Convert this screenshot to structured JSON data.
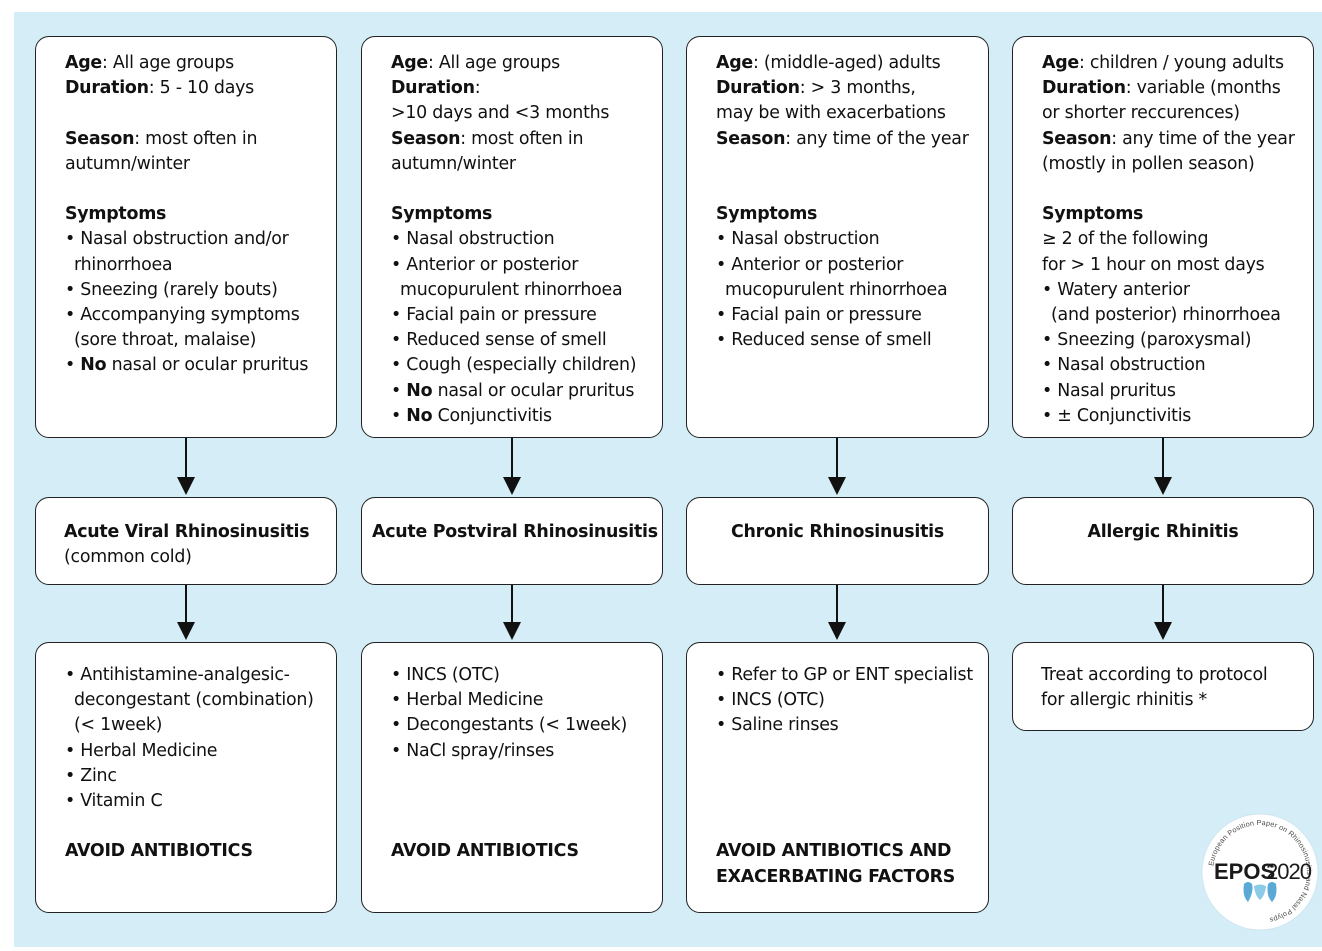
{
  "columns": [
    {
      "top": {
        "age_label": "Age",
        "age_value": ": All age groups",
        "duration_label": "Duration",
        "duration_value": ": 5 - 10 days",
        "season_label": "Season",
        "season_value": ": most often in",
        "season_cont": "autumn/winter",
        "symptoms_label": "Symptoms",
        "symptoms": [
          "Nasal obstruction and/or",
          "rhinorrhoea",
          "Sneezing (rarely bouts)",
          "Accompanying symptoms",
          "(sore throat, malaise)",
          "nasal or ocular pruritus"
        ],
        "no_word": "No"
      },
      "diagnosis": {
        "title": "Acute Viral Rhinosinusitis",
        "subtitle": "(common cold)"
      },
      "treatment": {
        "items": [
          "Antihistamine-analgesic-",
          "decongestant  (combination)",
          "(< 1week)",
          "Herbal Medicine",
          "Zinc",
          "Vitamin C"
        ],
        "warning": "AVOID ANTIBIOTICS"
      }
    },
    {
      "top": {
        "age_label": "Age",
        "age_value": ": All age groups",
        "duration_label": "Duration",
        "duration_value": ":",
        "duration_cont": ">10 days and <3 months",
        "season_label": "Season",
        "season_value": ": most often in",
        "season_cont": "autumn/winter",
        "symptoms_label": "Symptoms",
        "symptoms": [
          "Nasal obstruction",
          "Anterior or posterior",
          "mucopurulent rhinorrhoea",
          "Facial pain or pressure",
          "Reduced sense of smell",
          "Cough (especially children)",
          "nasal or ocular pruritus",
          "Conjunctivitis"
        ],
        "no_word": "No"
      },
      "diagnosis": {
        "title": "Acute Postviral Rhinosinusitis"
      },
      "treatment": {
        "items": [
          "INCS (OTC)",
          "Herbal Medicine",
          "Decongestants (< 1week)",
          "NaCl spray/rinses"
        ],
        "warning": "AVOID ANTIBIOTICS"
      }
    },
    {
      "top": {
        "age_label": "Age",
        "age_value": ": (middle-aged) adults",
        "duration_label": "Duration",
        "duration_value": ": > 3 months,",
        "duration_cont": "may be with exacerbations",
        "season_label": "Season",
        "season_value": ": any time of the year",
        "symptoms_label": "Symptoms",
        "symptoms": [
          "Nasal obstruction",
          "Anterior or posterior",
          "mucopurulent rhinorrhoea",
          "Facial pain or pressure",
          "Reduced sense of smell"
        ]
      },
      "diagnosis": {
        "title": "Chronic Rhinosinusitis"
      },
      "treatment": {
        "items": [
          "Refer to GP or ENT specialist",
          "INCS (OTC)",
          "Saline rinses"
        ],
        "warning_line1": "AVOID ANTIBIOTICS AND",
        "warning_line2": "EXACERBATING FACTORS"
      }
    },
    {
      "top": {
        "age_label": "Age",
        "age_value": ": children / young adults",
        "duration_label": "Duration",
        "duration_value": ": variable (months",
        "duration_cont": "or shorter reccurences)",
        "season_label": "Season",
        "season_value": ": any time of the year",
        "season_cont": "(mostly in pollen season)",
        "symptoms_label": "Symptoms",
        "symptoms_intro1": "≥ 2 of the following",
        "symptoms_intro2": "for > 1 hour on most days",
        "symptoms": [
          "Watery anterior",
          "(and posterior) rhinorrhoea",
          "Sneezing (paroxysmal)",
          "Nasal obstruction",
          "Nasal pruritus",
          "± Conjunctivitis"
        ]
      },
      "diagnosis": {
        "title": "Allergic Rhinitis"
      },
      "treatment": {
        "line1": "Treat according to protocol",
        "line2": "for allergic rhinitis *"
      }
    }
  ],
  "logo": {
    "brand": "EPOS",
    "year": "2020",
    "ring_text": "European Position Paper on Rhinosinusitis and Nasal Polyps"
  },
  "colors": {
    "background": "#d4edf7",
    "box": "#ffffff",
    "logo_blue": "#5aa9d6"
  }
}
